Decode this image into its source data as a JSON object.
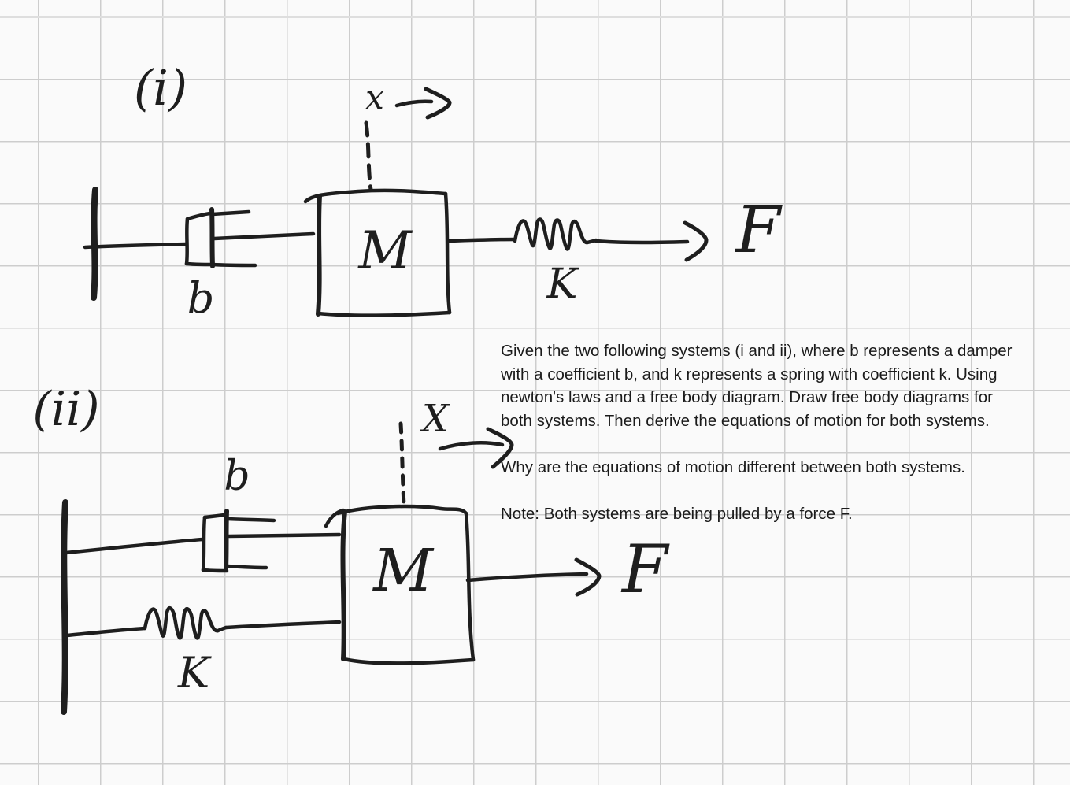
{
  "page": {
    "background_color": "#fafafa",
    "grid_color": "#cdcdcd",
    "ink_color": "#1e1e1e"
  },
  "problem_text": {
    "lines": [
      "Given the two following systems (i and ii), where b represents a damper",
      "with a coefficient b, and k represents a spring with coefficient k. Using",
      "newton's laws and a free body diagram. Draw free body diagrams for",
      "both systems. Then derive the equations of motion for both systems."
    ],
    "question": "Why are the equations of motion different between both systems.",
    "note": "Note: Both systems are being pulled by a force F."
  },
  "system_i": {
    "label": "(i)",
    "displacement_label": "x",
    "damper_label": "b",
    "mass_label": "M",
    "spring_label": "K",
    "force_label": "F"
  },
  "system_ii": {
    "label": "(ii)",
    "displacement_label": "X",
    "damper_label": "b",
    "mass_label": "M",
    "spring_label": "K",
    "force_label": "F"
  }
}
